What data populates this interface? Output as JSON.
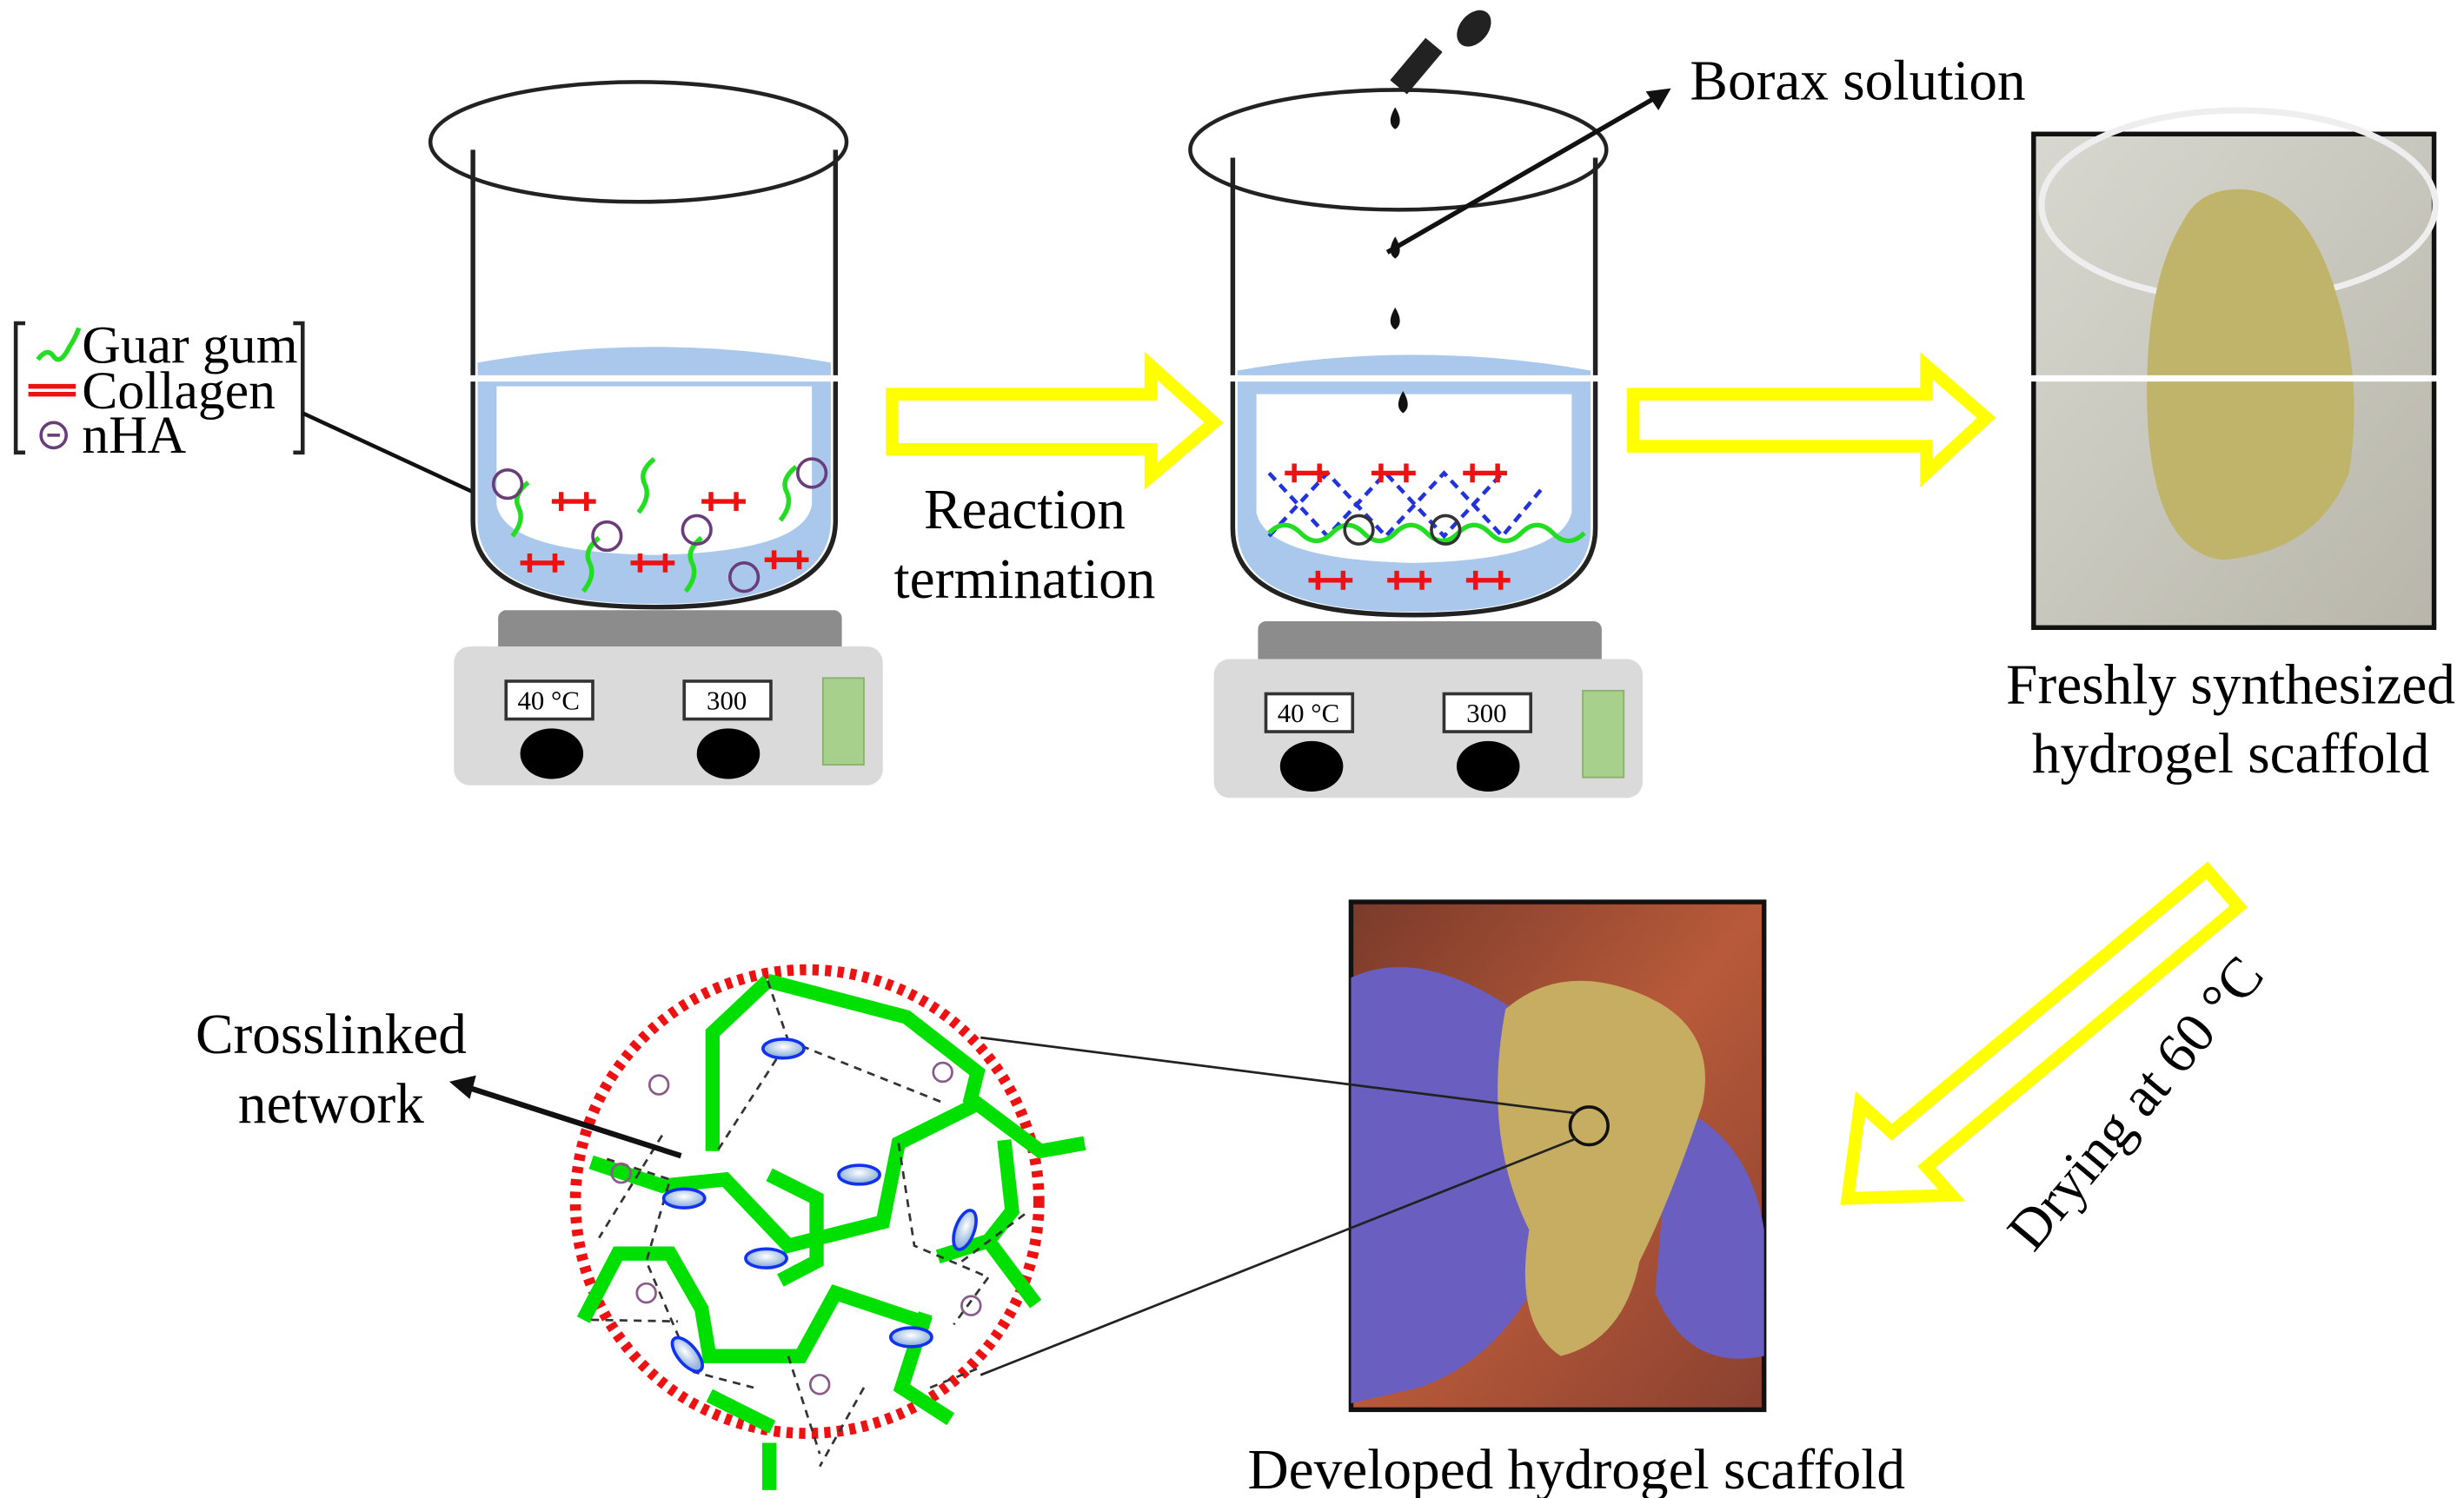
{
  "legend": {
    "items": [
      "Guar gum",
      "Collagen",
      "nHA"
    ]
  },
  "hotplate1": {
    "temp": "40 °C",
    "speed": "300"
  },
  "hotplate2": {
    "temp": "40 °C",
    "speed": "300"
  },
  "step1": {
    "line1": "Reaction",
    "line2": "termination"
  },
  "borax": {
    "label": "Borax solution"
  },
  "fresh": {
    "line1": "Freshly synthesized",
    "line2": "hydrogel scaffold"
  },
  "drying": {
    "label": "Drying at 60 °C"
  },
  "network": {
    "line1": "Crosslinked",
    "line2": "network"
  },
  "developed": {
    "label": "Developed hydrogel scaffold"
  },
  "colors": {
    "guar": "#22dd22",
    "collagen": "#ee1111",
    "nha": "#6a3d7a",
    "arrow": "#ffff00",
    "liquid": "#a9c8ec",
    "ring": "#ee1111"
  }
}
